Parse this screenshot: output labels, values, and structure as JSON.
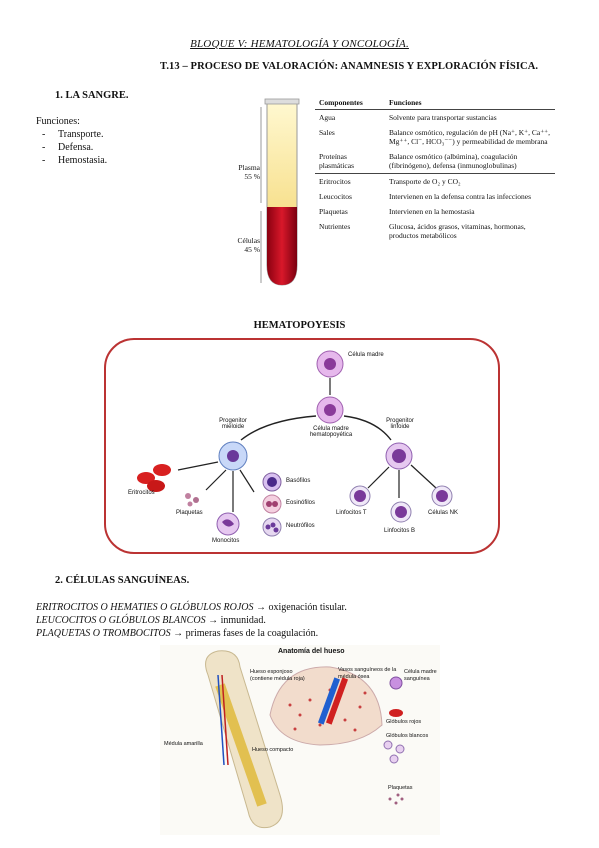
{
  "header": {
    "block": "BLOQUE V: HEMATOLOGÍA Y ONCOLOGÍA.",
    "topic": "T.13 – PROCESO DE VALORACIÓN: ANAMNESIS Y EXPLORACIÓN FÍSICA."
  },
  "section1": {
    "title": "1.  LA SANGRE.",
    "functions_label": "Funciones:",
    "functions": [
      "Transporte.",
      "Defensa.",
      "Hemostasia."
    ]
  },
  "tube": {
    "plasma_label": "Plasma",
    "plasma_pct": "55 %",
    "cells_label": "Células",
    "cells_pct": "45 %"
  },
  "table": {
    "headers": [
      "Componentes",
      "Funciones"
    ],
    "plasma_rows": [
      [
        "Agua",
        "Solvente para transportar sustancias"
      ],
      [
        "Sales",
        "Balance osmótico, regulación de pH (Na⁺, K⁺, Ca⁺⁺, Mg⁺⁺, Cl⁻, HCO₃⁻⁻) y permeabilidad de membrana"
      ],
      [
        "Proteínas plasmáticas",
        "Balance osmótico (albúmina), coagulación (fibrinógeno), defensa (inmunoglobulinas)"
      ]
    ],
    "cell_rows": [
      [
        "Eritrocitos",
        "Transporte de O₂ y CO₂"
      ],
      [
        "Leucocitos",
        "Intervienen en la defensa contra las infecciones"
      ],
      [
        "Plaquetas",
        "Intervienen en la hemostasia"
      ],
      [
        "Nutrientes",
        "Glucosa, ácidos grasos, vitaminas, hormonas, productos metabólicos"
      ]
    ]
  },
  "hemato": {
    "title": "HEMATOPOYESIS",
    "stem": "Célula madre",
    "hsc": "Célula madre hematopoyética",
    "myeloid": "Progenitor mieloide",
    "lymphoid": "Progenitor linfoide",
    "erythro": "Eritrocitos",
    "platelets": "Plaquetas",
    "mono": "Monocitos",
    "baso": "Basófilos",
    "eosino": "Eosinófilos",
    "neutro": "Neutrófilos",
    "lymphT": "Linfocitos T",
    "lymphB": "Linfocitos B",
    "nk": "Células NK"
  },
  "section2": {
    "title": "2.  CÉLULAS SANGUÍNEAS.",
    "lines": [
      {
        "term": "ERITROCITOS O HEMATIES O GLÓBULOS ROJOS",
        "desc": " oxigenación tisular."
      },
      {
        "term": "LEUCOCITOS O GLÓBULOS BLANCOS",
        "desc": " inmunidad."
      },
      {
        "term": "PLAQUETAS O TROMBOCITOS",
        "desc": " primeras fases de la coagulación."
      }
    ],
    "arrow": "→"
  },
  "bone": {
    "title": "Anatomía del hueso",
    "spongy": "Hueso esponjoso (contiene médula roja)",
    "vessels": "Vasos sanguíneos de la médula ósea",
    "yellow": "Médula amarilla",
    "compact": "Hueso compacto",
    "stem": "Célula madre sanguínea",
    "rbc": "Glóbulos rojos",
    "wbc": "Glóbulos blancos",
    "plt": "Plaquetas"
  }
}
